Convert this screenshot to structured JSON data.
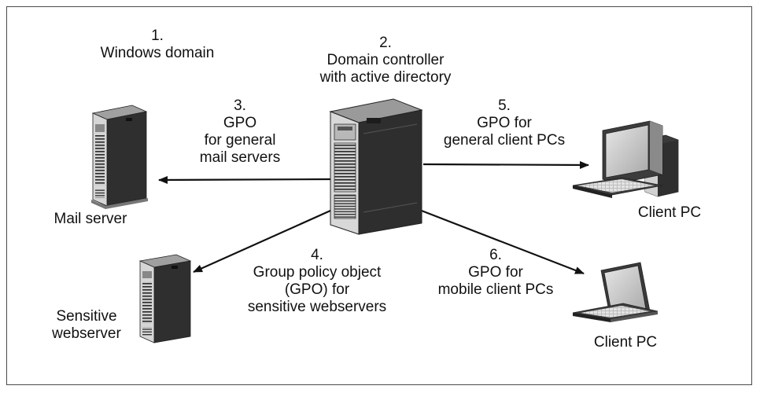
{
  "diagram": {
    "domain_label": {
      "number": "1.",
      "text": "Windows domain"
    },
    "controller_label": {
      "number": "2.",
      "line1": "Domain controller",
      "line2": "with active directory"
    },
    "gpo_mail_label": {
      "number": "3.",
      "line1": "GPO",
      "line2": "for general",
      "line3": "mail servers"
    },
    "gpo_web_label": {
      "number": "4.",
      "line1": "Group policy object",
      "line2": "(GPO) for",
      "line3": "sensitive webservers"
    },
    "gpo_client_label": {
      "number": "5.",
      "line1": "GPO for",
      "line2": "general client PCs"
    },
    "gpo_mobile_label": {
      "number": "6.",
      "line1": "GPO for",
      "line2": "mobile client PCs"
    },
    "mail_server_caption": "Mail server",
    "web_server_caption": {
      "line1": "Sensitive",
      "line2": "webserver"
    },
    "client_pc_caption": "Client PC",
    "laptop_caption": "Client PC"
  },
  "icons": [
    "server-tower-icon",
    "desktop-pc-icon",
    "laptop-icon"
  ],
  "colors": {
    "line": "#111111",
    "frame": "#4a4a4a",
    "device_dark": "#3c3c3c",
    "device_mid": "#8a8a8a",
    "device_light": "#d4d4d4"
  }
}
